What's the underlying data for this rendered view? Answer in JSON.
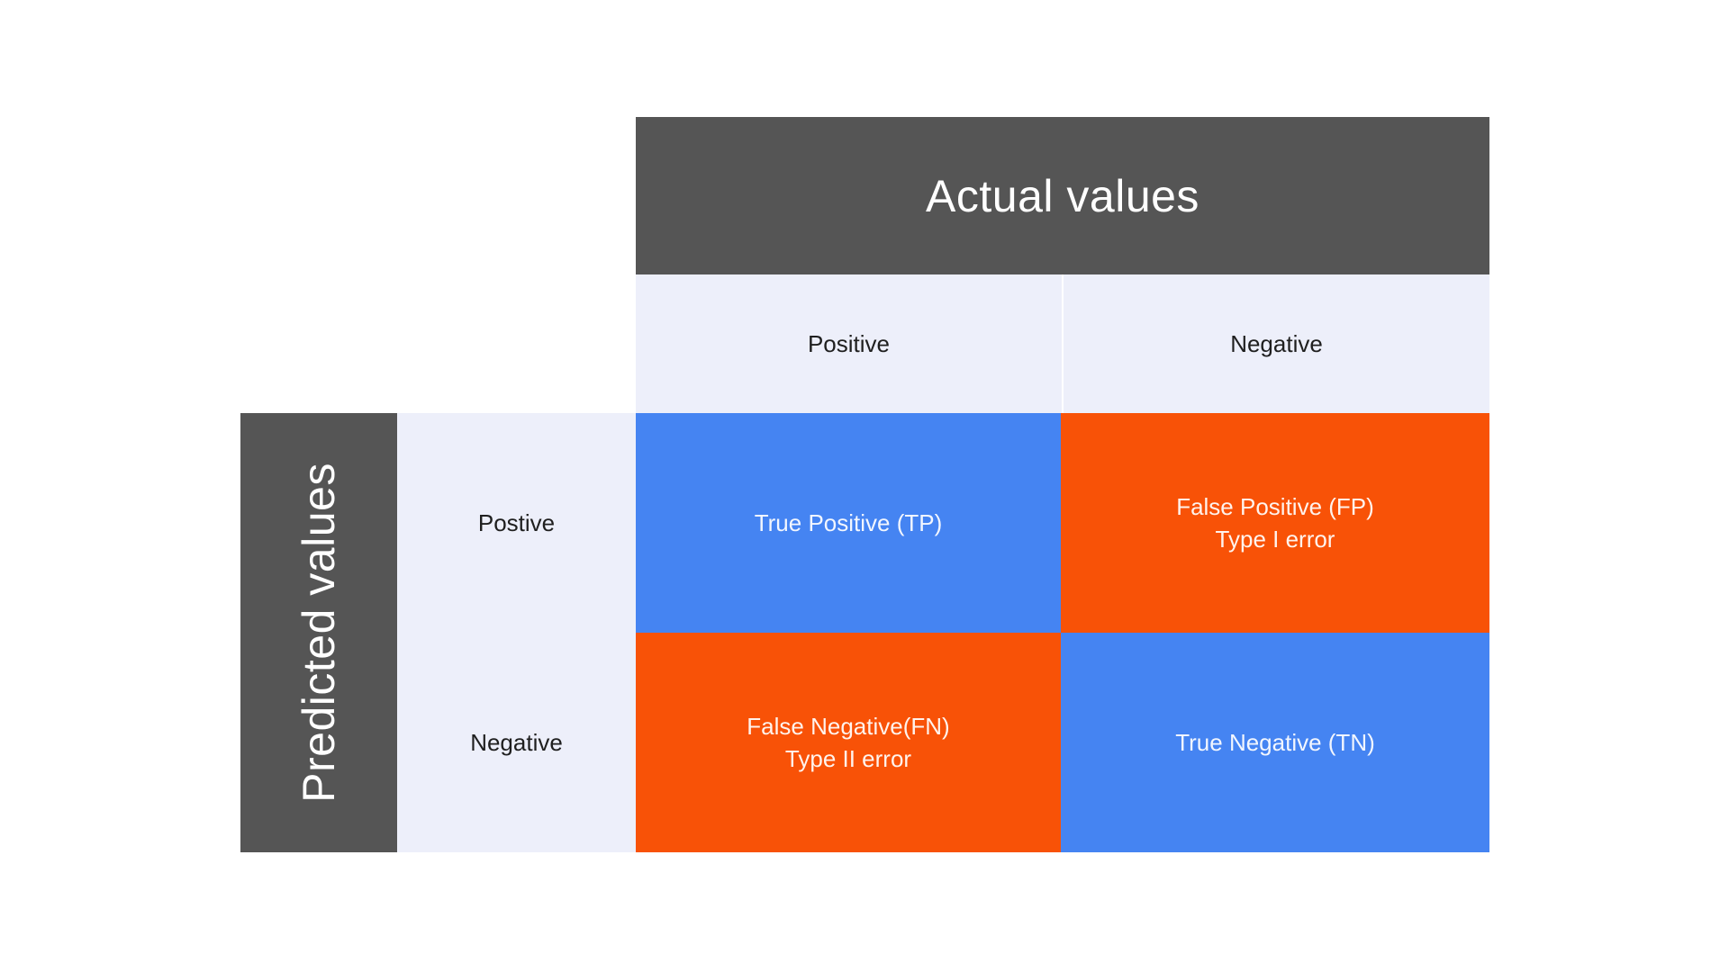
{
  "page": {
    "background": "#ffffff"
  },
  "matrix": {
    "actual_axis_label": "Actual values",
    "predicted_axis_label": "Predicted values",
    "actual_categories": [
      "Positive",
      "Negative"
    ],
    "predicted_categories": [
      "Postive",
      "Negative"
    ],
    "cells": {
      "tp": {
        "line1": "True Positive (TP)",
        "line2": ""
      },
      "fp": {
        "line1": "False Positive (FP)",
        "line2": "Type I error"
      },
      "fn": {
        "line1": "False Negative(FN)",
        "line2": "Type II error"
      },
      "tn": {
        "line1": "True Negative (TN)",
        "line2": ""
      }
    },
    "colors": {
      "axis_header_bg": "#555555",
      "axis_header_text": "#ffffff",
      "category_bg": "#edeffa",
      "category_text": "#1f1f1f",
      "true_cell_bg": "#4584f2",
      "false_cell_bg": "#f85207"
    }
  }
}
